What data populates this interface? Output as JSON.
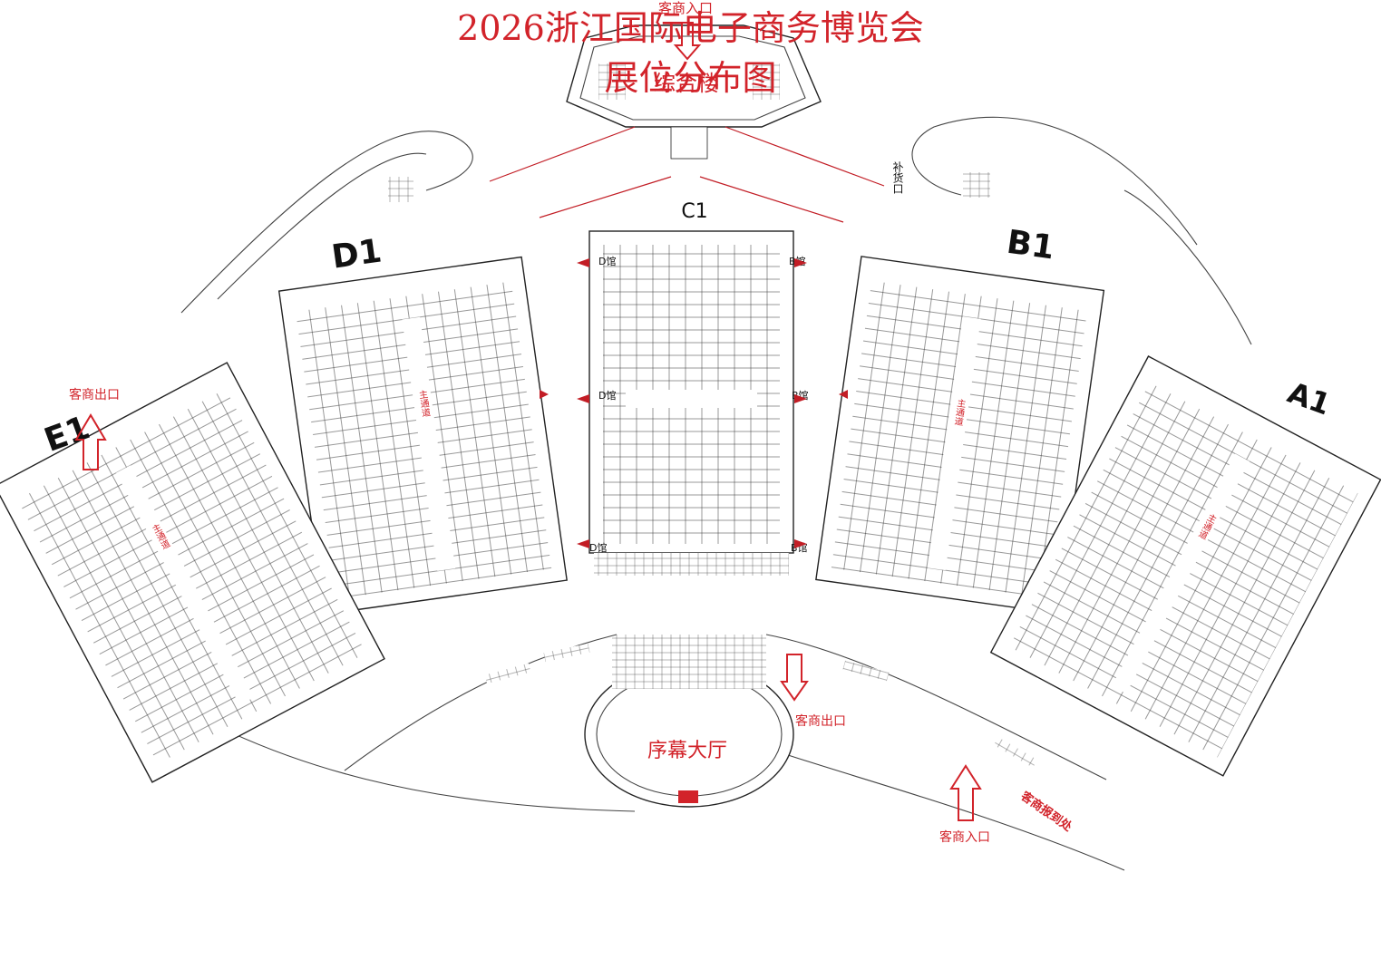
{
  "title_line1": "2026浙江国际电子商务博览会",
  "title_line2": "展位分布图",
  "buildings": {
    "main": "综合楼",
    "hall": "序幕大厅"
  },
  "halls": {
    "A1": "A1",
    "B1": "B1",
    "C1": "C1",
    "D1": "D1",
    "E1": "E1"
  },
  "hall_side_labels": {
    "d_hall": "D馆",
    "b_hall": "B馆"
  },
  "aisle_label": "主通道",
  "signs": {
    "entrance_top": "客商入口",
    "exit_e1": "客商出口",
    "exit_center": "客商出口",
    "entrance_bottom": "客商入口",
    "registration": "客商报到处",
    "restock": "补货口"
  },
  "colors": {
    "accent_red": "#d2232a",
    "line": "#222222"
  }
}
